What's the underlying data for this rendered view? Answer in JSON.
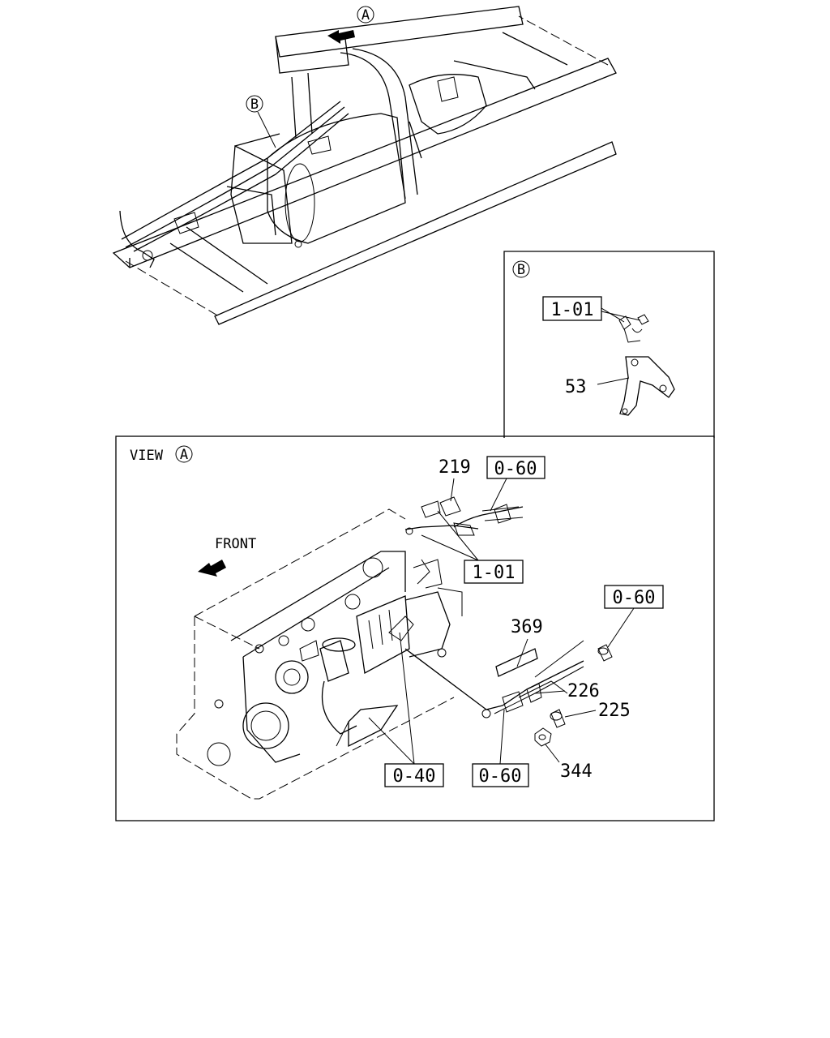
{
  "markers": {
    "a": "A",
    "b": "B"
  },
  "detail_b": {
    "marker": "B",
    "ref_box": "1-01",
    "part_53": "53"
  },
  "view_a": {
    "prefix": "VIEW",
    "marker": "A",
    "front_label": "FRONT",
    "parts": {
      "p219": "219",
      "p369": "369",
      "p226": "226",
      "p225": "225",
      "p344": "344"
    },
    "refs": {
      "r060_top": "0-60",
      "r101": "1-01",
      "r060_right": "0-60",
      "r040": "0-40",
      "r060_bottom": "0-60"
    }
  }
}
